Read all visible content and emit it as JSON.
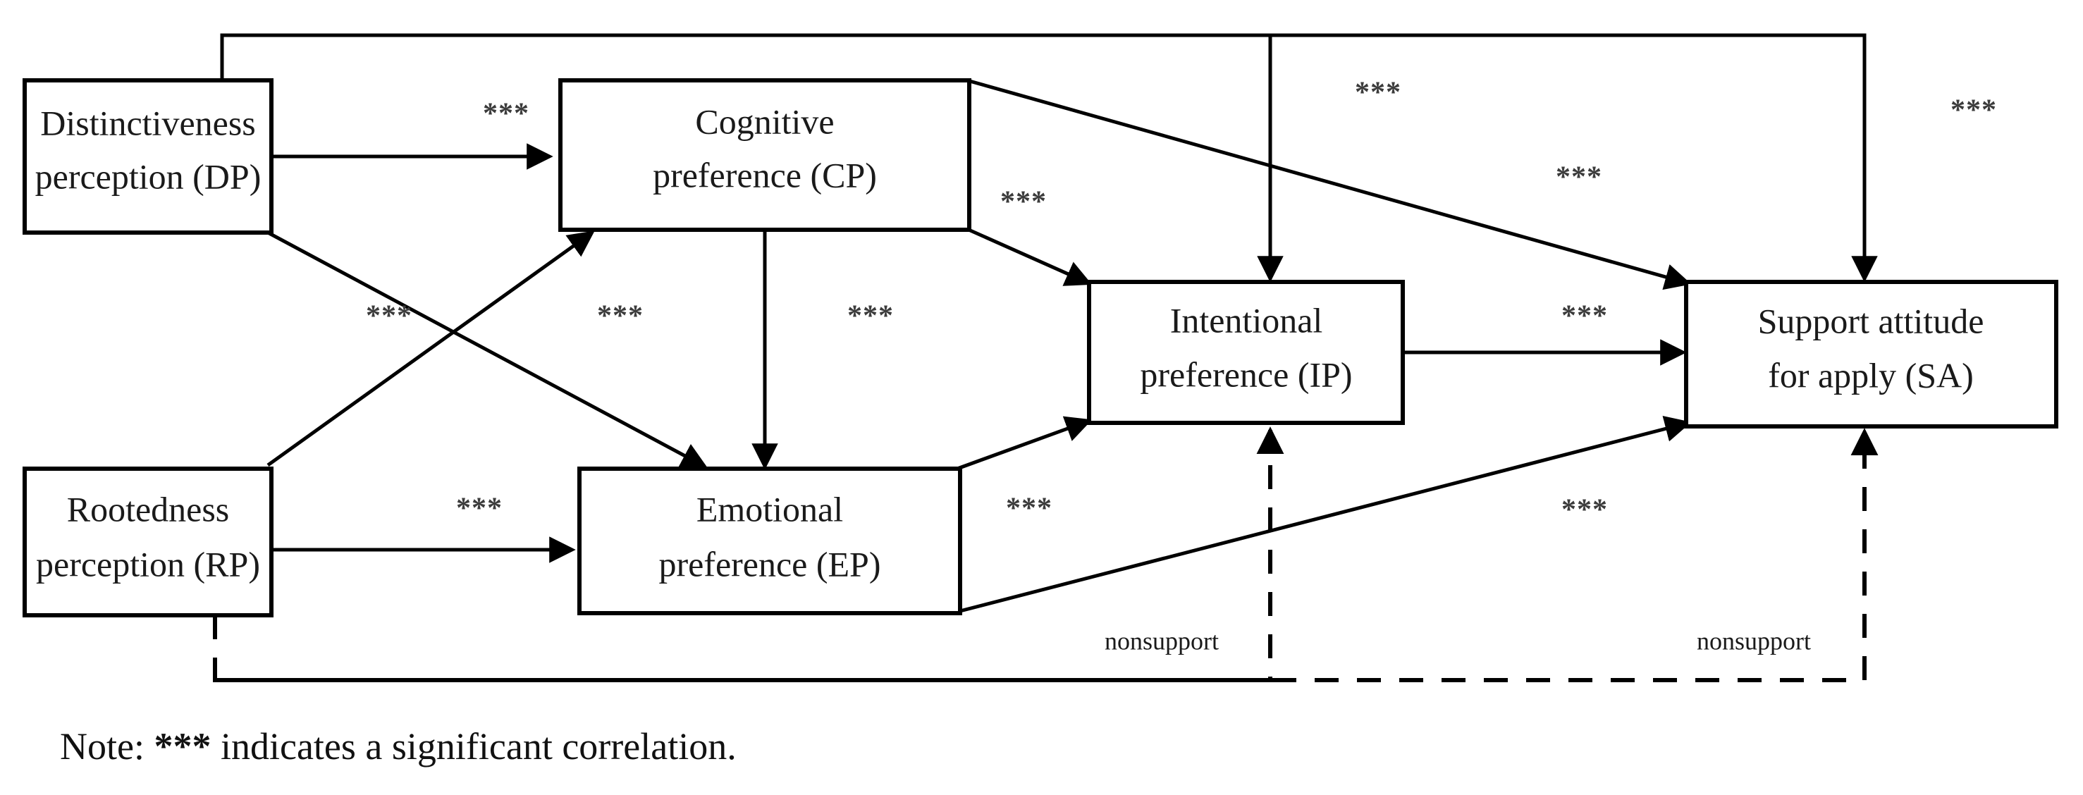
{
  "figure": {
    "type": "path-model-diagram",
    "title": "",
    "note_prefix": "Note:",
    "note_stars": "***",
    "note_suffix": "indicates a significant correlation."
  },
  "nodes": [
    {
      "id": "DP",
      "line1": "Distinctiveness",
      "line2": "perception (DP)"
    },
    {
      "id": "CP",
      "line1": "Cognitive",
      "line2": "preference (CP)"
    },
    {
      "id": "RP",
      "line1": "Rootedness",
      "line2": "perception (RP)"
    },
    {
      "id": "EP",
      "line1": "Emotional",
      "line2": "preference (EP)"
    },
    {
      "id": "IP",
      "line1": "Intentional",
      "line2": "preference (IP)"
    },
    {
      "id": "SA",
      "line1": "Support attitude",
      "line2": "for apply (SA)"
    }
  ],
  "edge_labels": {
    "dp_cp": "***",
    "dp_sa": "***",
    "dp_ep": "***",
    "rp_cp": "***",
    "rp_ep": "***",
    "cp_ep": "***",
    "cp_ip": "***",
    "cp_sa": "***",
    "ep_ip": "***",
    "ep_sa": "***",
    "ip_sa": "***",
    "dp_ip": "***"
  },
  "nonsupport_labels": {
    "rp_ip": "nonsupport",
    "rp_sa": "nonsupport"
  },
  "chart_data": {
    "type": "diagram",
    "nodes": [
      "DP",
      "CP",
      "RP",
      "EP",
      "IP",
      "SA"
    ],
    "edges": [
      {
        "from": "DP",
        "to": "CP",
        "style": "solid",
        "label": "***"
      },
      {
        "from": "DP",
        "to": "EP",
        "style": "solid",
        "label": "***"
      },
      {
        "from": "DP",
        "to": "IP",
        "style": "solid",
        "label": "***"
      },
      {
        "from": "DP",
        "to": "SA",
        "style": "solid",
        "label": "***"
      },
      {
        "from": "RP",
        "to": "CP",
        "style": "solid",
        "label": "***"
      },
      {
        "from": "RP",
        "to": "EP",
        "style": "solid",
        "label": "***"
      },
      {
        "from": "RP",
        "to": "IP",
        "style": "dashed",
        "label": "nonsupport"
      },
      {
        "from": "RP",
        "to": "SA",
        "style": "dashed",
        "label": "nonsupport"
      },
      {
        "from": "CP",
        "to": "EP",
        "style": "solid",
        "label": "***"
      },
      {
        "from": "CP",
        "to": "IP",
        "style": "solid",
        "label": "***"
      },
      {
        "from": "CP",
        "to": "SA",
        "style": "solid",
        "label": "***"
      },
      {
        "from": "EP",
        "to": "IP",
        "style": "solid",
        "label": "***"
      },
      {
        "from": "EP",
        "to": "SA",
        "style": "solid",
        "label": "***"
      },
      {
        "from": "IP",
        "to": "SA",
        "style": "solid",
        "label": "***"
      }
    ]
  },
  "colors": {
    "stroke": "#000000",
    "background": "#ffffff",
    "label_text": "#1a1a1a",
    "star_text": "#3c3c3c"
  }
}
